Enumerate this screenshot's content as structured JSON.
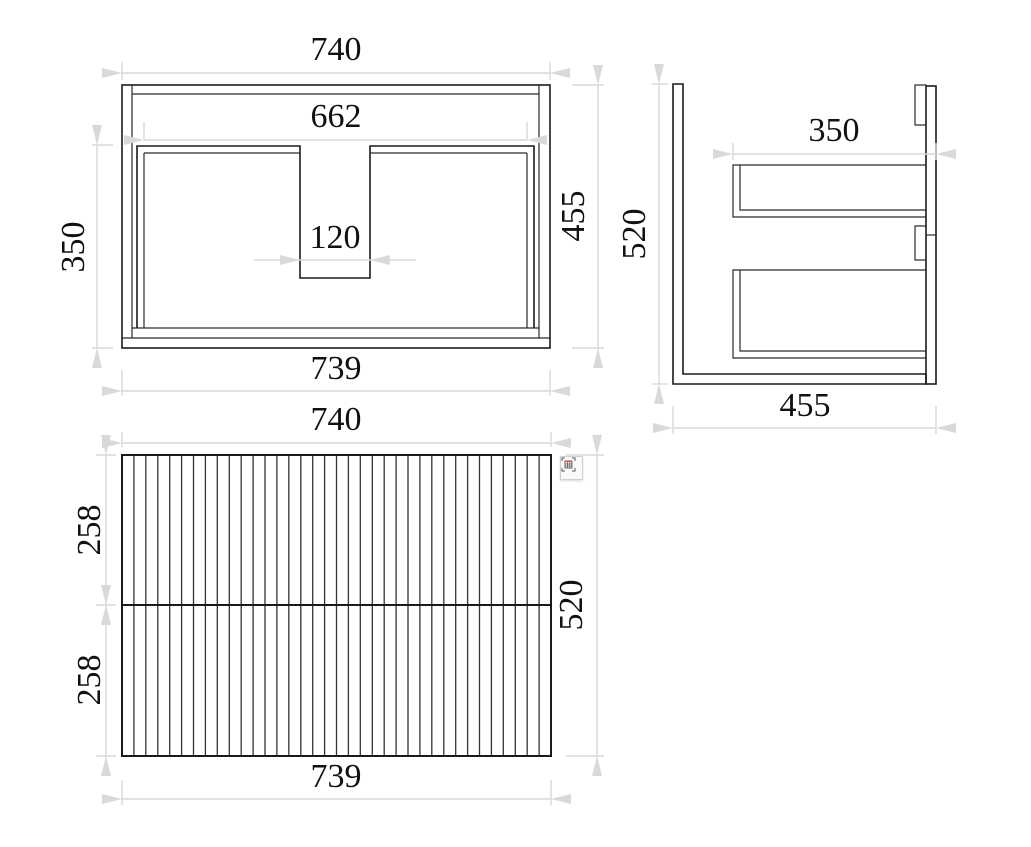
{
  "drawing": {
    "type": "vanity cabinet technical drawing",
    "units": "mm",
    "colors": {
      "object_line": "#1a1a1a",
      "dimension_line": "#d9d9d9",
      "text": "#111111"
    },
    "top_view": {
      "overall_width_top": "740",
      "inner_width": "662",
      "cutout_width": "120",
      "overall_width_bottom": "739",
      "inner_depth_left": "350",
      "overall_depth_right": "455"
    },
    "side_view": {
      "drawer_depth": "350",
      "overall_height": "520",
      "overall_depth": "455"
    },
    "front_view": {
      "overall_width_top": "740",
      "overall_width_bottom": "739",
      "upper_drawer_height": "258",
      "lower_drawer_height": "258",
      "overall_height": "520",
      "slat_count": 36
    },
    "overlay_icon": "table-select-icon"
  }
}
